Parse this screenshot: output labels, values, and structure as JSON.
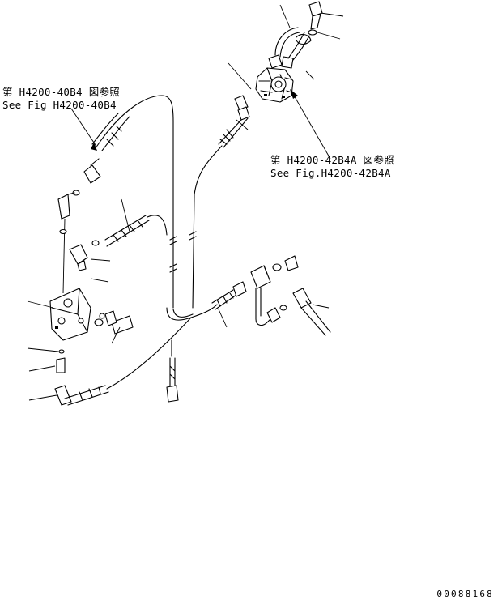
{
  "references": {
    "left": {
      "line1": "第 H4200-40B4 図参照",
      "line2": "See Fig H4200-40B4"
    },
    "right": {
      "line1": "第 H4200-42B4A 図参照",
      "line2": "See Fig.H4200-42B4A"
    }
  },
  "drawing_number": "00088168"
}
